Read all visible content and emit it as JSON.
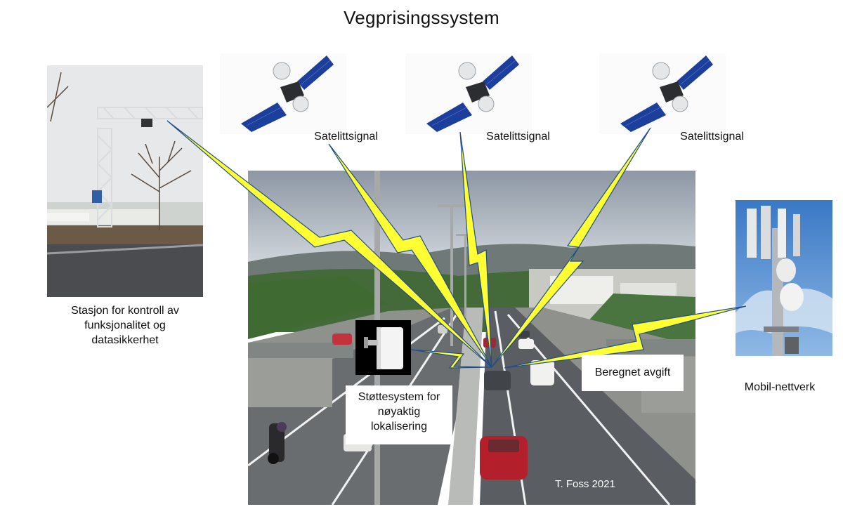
{
  "title": "Vegprisingssystem",
  "satellites": [
    {
      "label": "Satelittsignal"
    },
    {
      "label": "Satelittsignal"
    },
    {
      "label": "Satelittsignal"
    }
  ],
  "control_station": {
    "lines": [
      "Stasjon for kontroll av",
      "funksjonalitet og",
      "datasikkerhet"
    ]
  },
  "mobile_network": {
    "label": "Mobil-nettverk"
  },
  "support_system": {
    "lines": [
      "Støttesystem for",
      "nøyaktig",
      "lokalisering"
    ]
  },
  "computed_fee": {
    "label": "Beregnet avgift"
  },
  "photo_credit": "T. Foss 2021",
  "colors": {
    "signal_fill": "#ffff33",
    "signal_stroke": "#1f4e8c",
    "sky": "#b9c4cf",
    "road": "#5a5e63"
  }
}
